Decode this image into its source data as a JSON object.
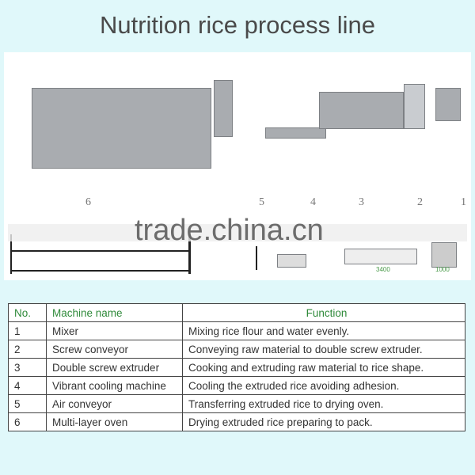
{
  "title": "Nutrition rice process line",
  "watermark": "trade.china.cn",
  "diagram": {
    "numbers": [
      "6",
      "5",
      "4",
      "3",
      "2",
      "1"
    ],
    "dimensions": [
      "3400",
      "1000"
    ]
  },
  "table": {
    "headers": [
      "No.",
      "Machine name",
      "Function"
    ],
    "rows": [
      [
        "1",
        "Mixer",
        "Mixing rice flour and water evenly."
      ],
      [
        "2",
        "Screw conveyor",
        "Conveying raw material to double screw extruder."
      ],
      [
        "3",
        "Double screw extruder",
        "Cooking and extruding raw material to rice shape."
      ],
      [
        "4",
        "Vibrant cooling machine",
        "Cooling the extruded rice avoiding adhesion."
      ],
      [
        "5",
        "Air conveyor",
        "Transferring extruded rice to drying oven."
      ],
      [
        "6",
        "Multi-layer oven",
        "Drying extruded rice preparing to pack."
      ]
    ]
  },
  "colors": {
    "background": "#e0f8fa",
    "header_text": "#2f8a3a"
  }
}
